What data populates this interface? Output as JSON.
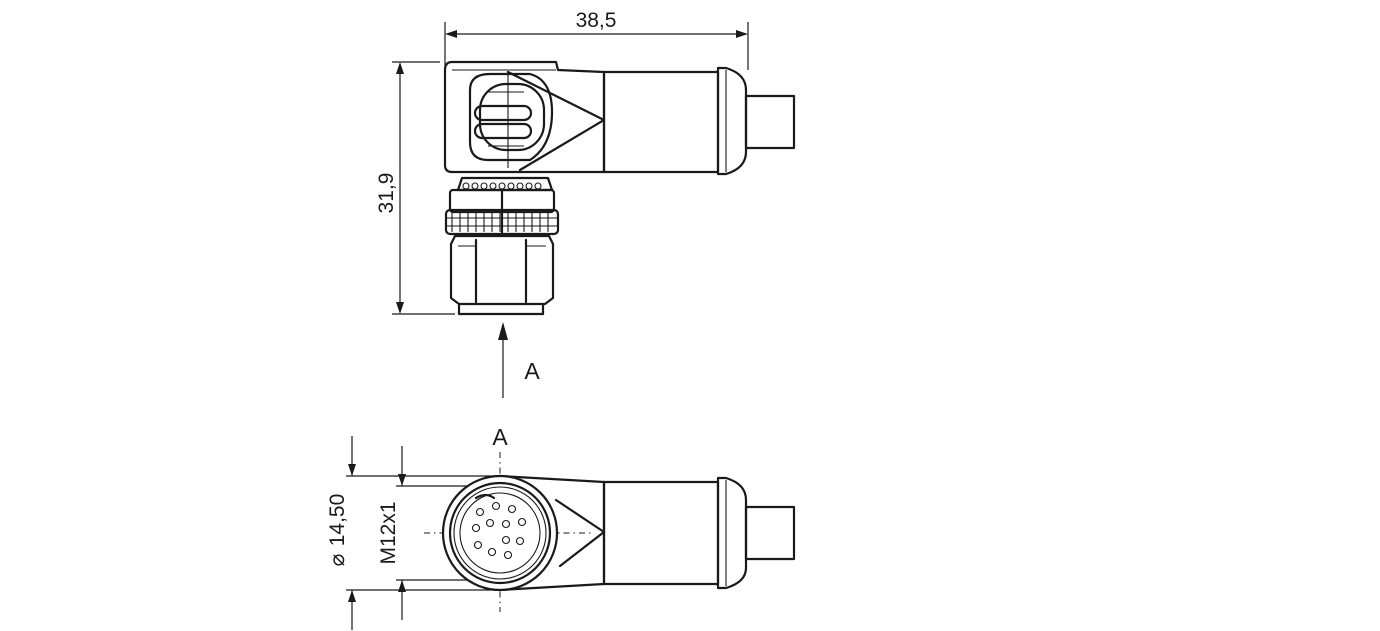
{
  "dimensions": {
    "length": "38,5",
    "height": "31,9",
    "diameter": "14,50",
    "diameter_symbol": "⌀",
    "thread": "M12x1"
  },
  "view": {
    "arrow_label": "A",
    "view_label": "A"
  },
  "colors": {
    "line": "#1a1a1a",
    "background": "#ffffff"
  }
}
